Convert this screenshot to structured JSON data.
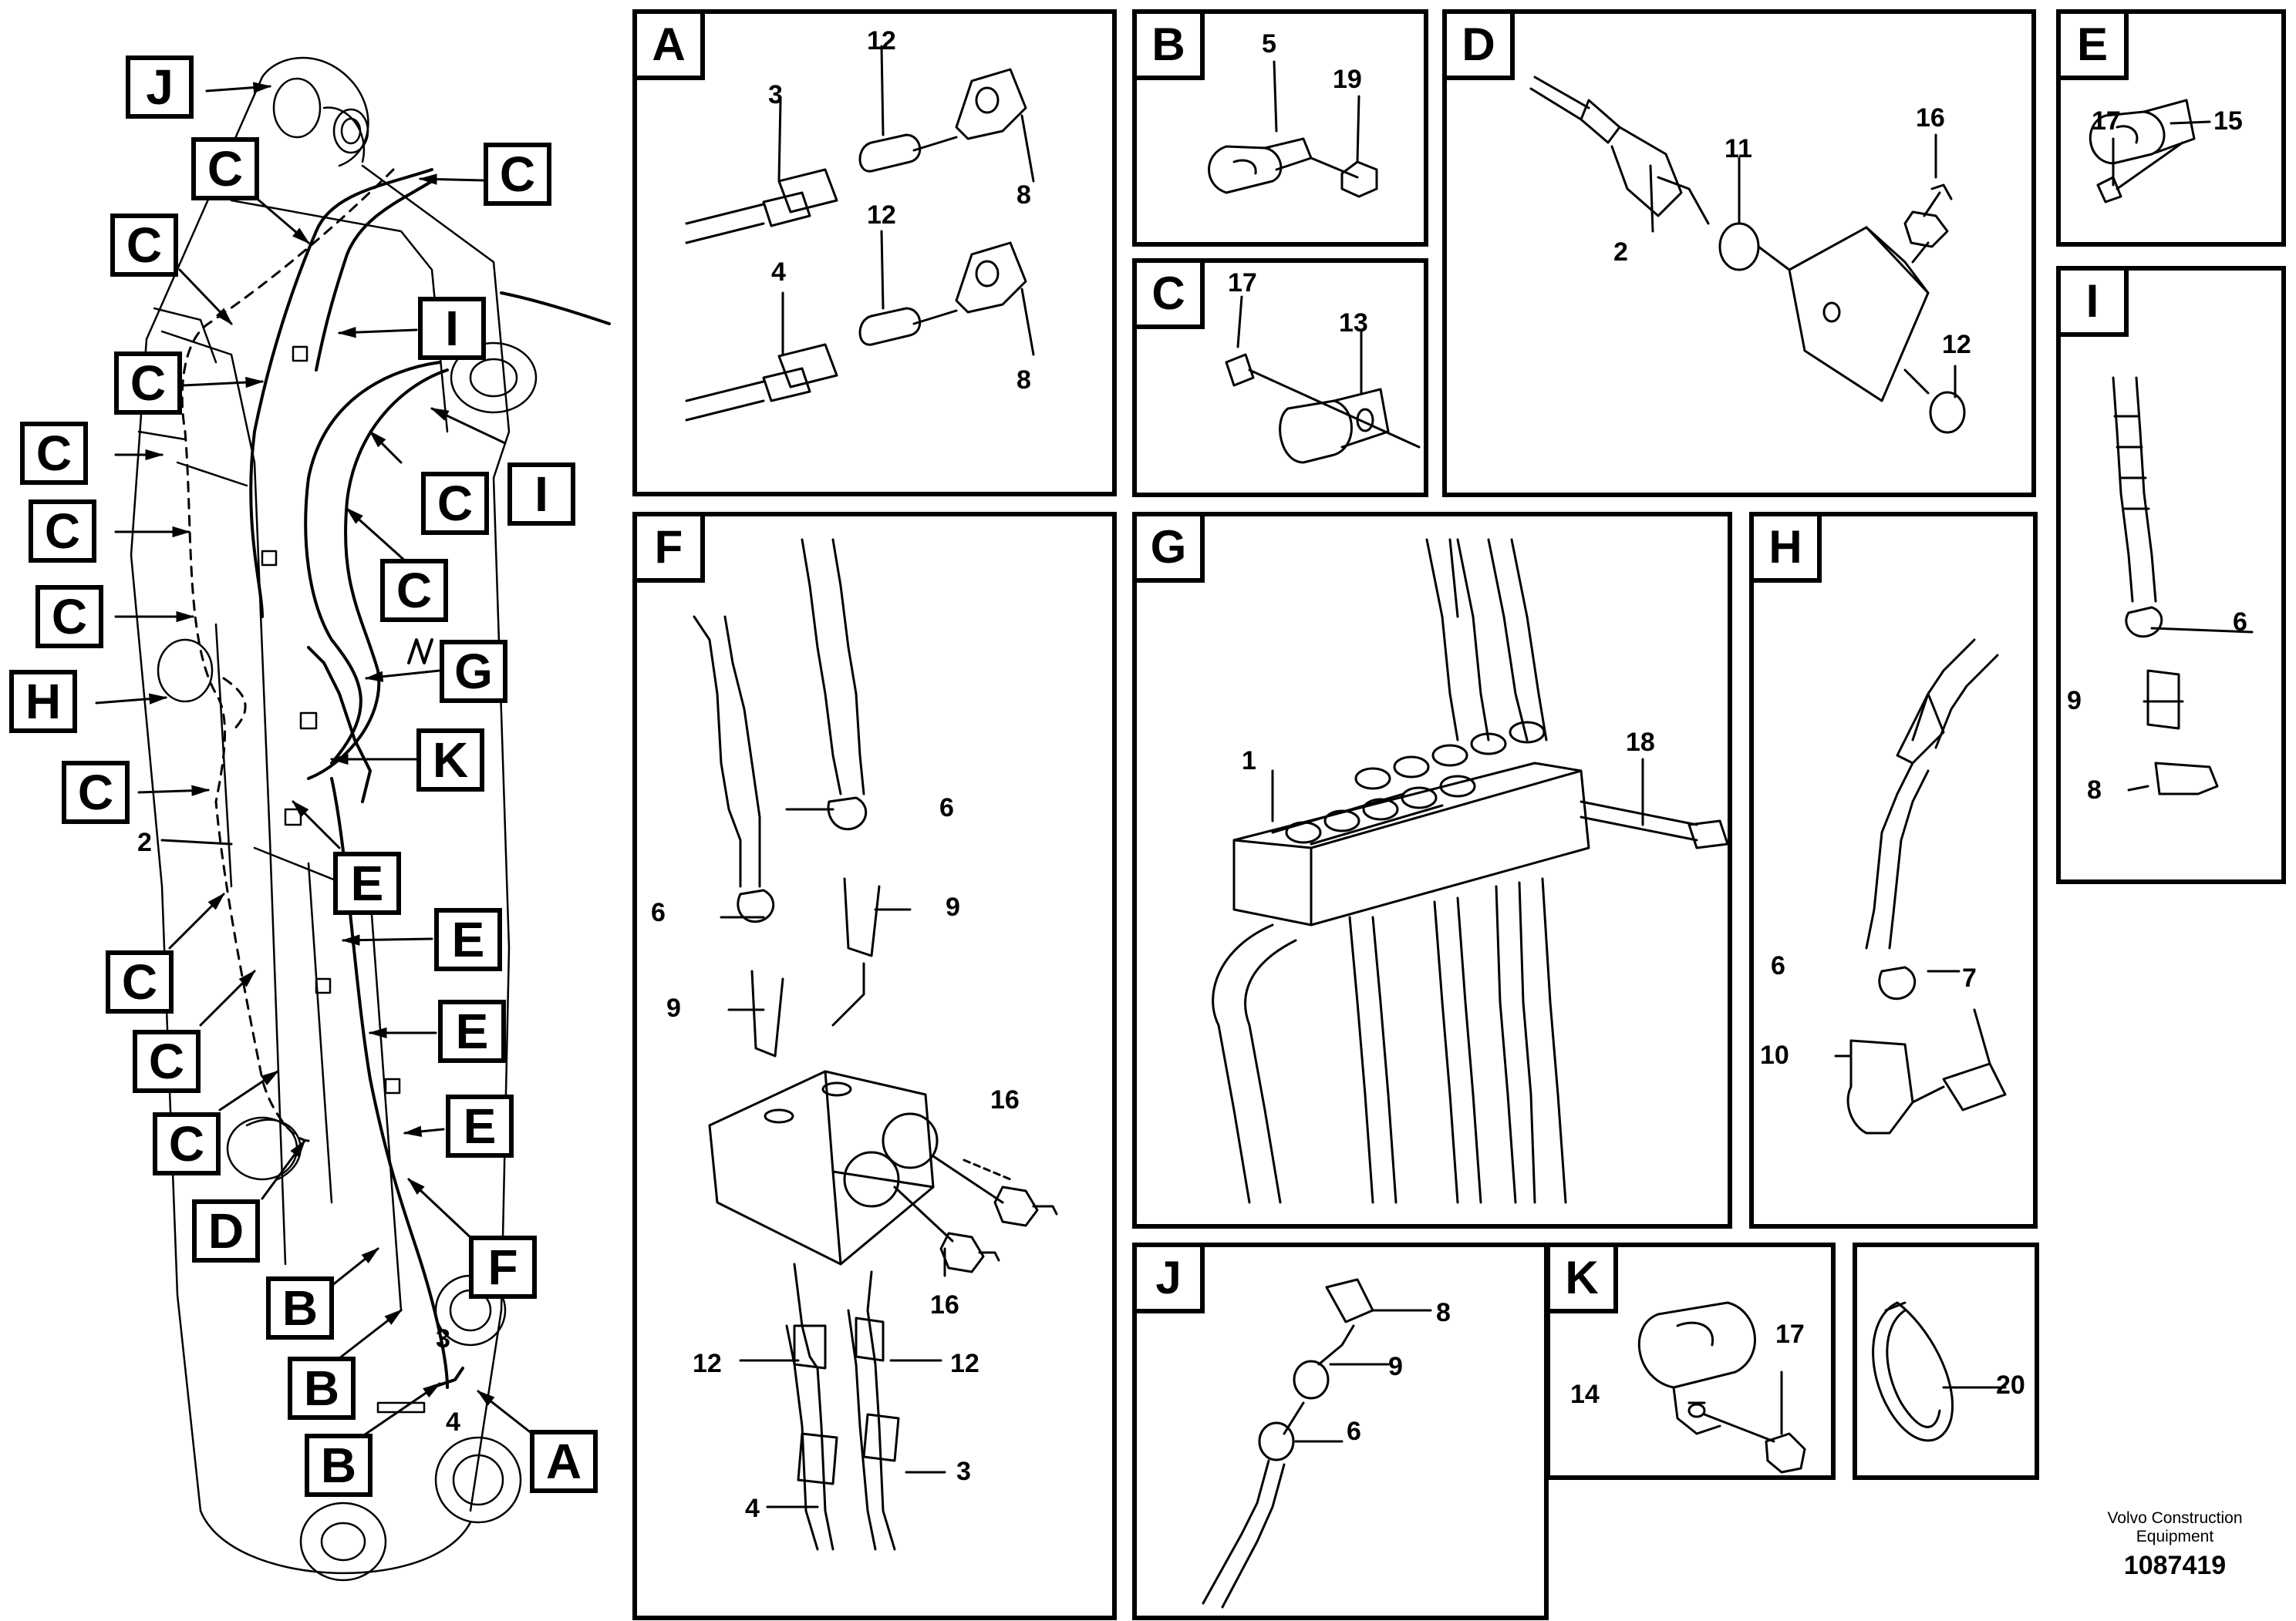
{
  "overview": {
    "callouts": [
      {
        "letter": "J"
      },
      {
        "letter": "C"
      },
      {
        "letter": "C"
      },
      {
        "letter": "C"
      },
      {
        "letter": "I"
      },
      {
        "letter": "C"
      },
      {
        "letter": "C"
      },
      {
        "letter": "C"
      },
      {
        "letter": "C"
      },
      {
        "letter": "I"
      },
      {
        "letter": "C"
      },
      {
        "letter": "C"
      },
      {
        "letter": "H"
      },
      {
        "letter": "G"
      },
      {
        "letter": "K"
      },
      {
        "letter": "C"
      },
      {
        "letter": "E"
      },
      {
        "letter": "E"
      },
      {
        "letter": "C"
      },
      {
        "letter": "E"
      },
      {
        "letter": "C"
      },
      {
        "letter": "E"
      },
      {
        "letter": "C"
      },
      {
        "letter": "D"
      },
      {
        "letter": "F"
      },
      {
        "letter": "B"
      },
      {
        "letter": "B"
      },
      {
        "letter": "B"
      },
      {
        "letter": "A"
      }
    ],
    "numbers": [
      "2",
      "3",
      "4"
    ]
  },
  "panels": {
    "A": {
      "letter": "A",
      "numbers": [
        "12",
        "3",
        "8",
        "12",
        "4",
        "8"
      ]
    },
    "B": {
      "letter": "B",
      "numbers": [
        "5",
        "19"
      ]
    },
    "C": {
      "letter": "C",
      "numbers": [
        "17",
        "13"
      ]
    },
    "D": {
      "letter": "D",
      "numbers": [
        "11",
        "16",
        "2",
        "12"
      ]
    },
    "E": {
      "letter": "E",
      "numbers": [
        "17",
        "15"
      ]
    },
    "F": {
      "letter": "F",
      "numbers": [
        "6",
        "6",
        "9",
        "9",
        "16",
        "16",
        "12",
        "12",
        "4",
        "3"
      ]
    },
    "G": {
      "letter": "G",
      "numbers": [
        "1",
        "18"
      ]
    },
    "H": {
      "letter": "H",
      "numbers": [
        "7",
        "6",
        "10"
      ]
    },
    "I": {
      "letter": "I",
      "numbers": [
        "6",
        "9",
        "8"
      ]
    },
    "J": {
      "letter": "J",
      "numbers": [
        "8",
        "9",
        "6"
      ]
    },
    "K": {
      "letter": "K",
      "numbers": [
        "17",
        "14"
      ]
    },
    "L": {
      "letter": "",
      "numbers": [
        "20"
      ]
    }
  },
  "footer": {
    "brand_line1": "Volvo Construction",
    "brand_line2": "Equipment",
    "drawing_number": "1087419"
  }
}
